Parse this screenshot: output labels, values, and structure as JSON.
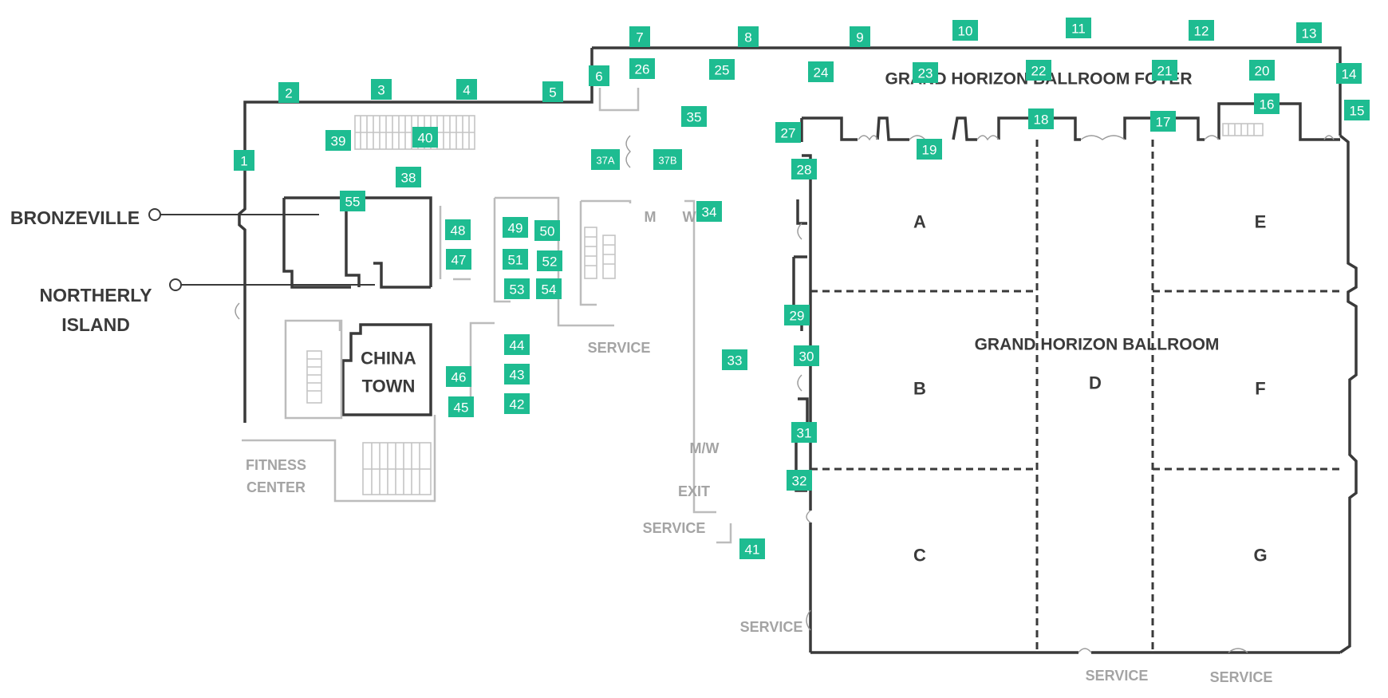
{
  "labels": {
    "foyer": "GRAND HORIZON BALLROOM FOYER",
    "ballroom": "GRAND HORIZON BALLROOM",
    "china_town": [
      "CHINA",
      "TOWN"
    ],
    "fitness_center": [
      "FITNESS",
      "CENTER"
    ],
    "service": "SERVICE",
    "exit": "EXIT",
    "restroom_mw": "M/W",
    "restroom_m": "M",
    "restroom_w": "W",
    "bronzeville": "BRONZEVILLE",
    "northerly_island": [
      "NORTHERLY",
      "ISLAND"
    ]
  },
  "rooms": [
    "A",
    "B",
    "C",
    "D",
    "E",
    "F",
    "G"
  ],
  "locations": [
    "1",
    "2",
    "3",
    "4",
    "5",
    "6",
    "7",
    "8",
    "9",
    "10",
    "11",
    "12",
    "13",
    "14",
    "15",
    "16",
    "17",
    "18",
    "19",
    "20",
    "21",
    "22",
    "23",
    "24",
    "25",
    "26",
    "27",
    "28",
    "29",
    "30",
    "31",
    "32",
    "33",
    "34",
    "35",
    "37A",
    "37B",
    "38",
    "39",
    "40",
    "41",
    "42",
    "43",
    "44",
    "45",
    "46",
    "47",
    "48",
    "49",
    "50",
    "51",
    "52",
    "53",
    "54",
    "55"
  ],
  "colors": {
    "marker": "#1ebc91",
    "wall": "#3a3a3a",
    "secondary_wall": "#bcbcbc"
  }
}
